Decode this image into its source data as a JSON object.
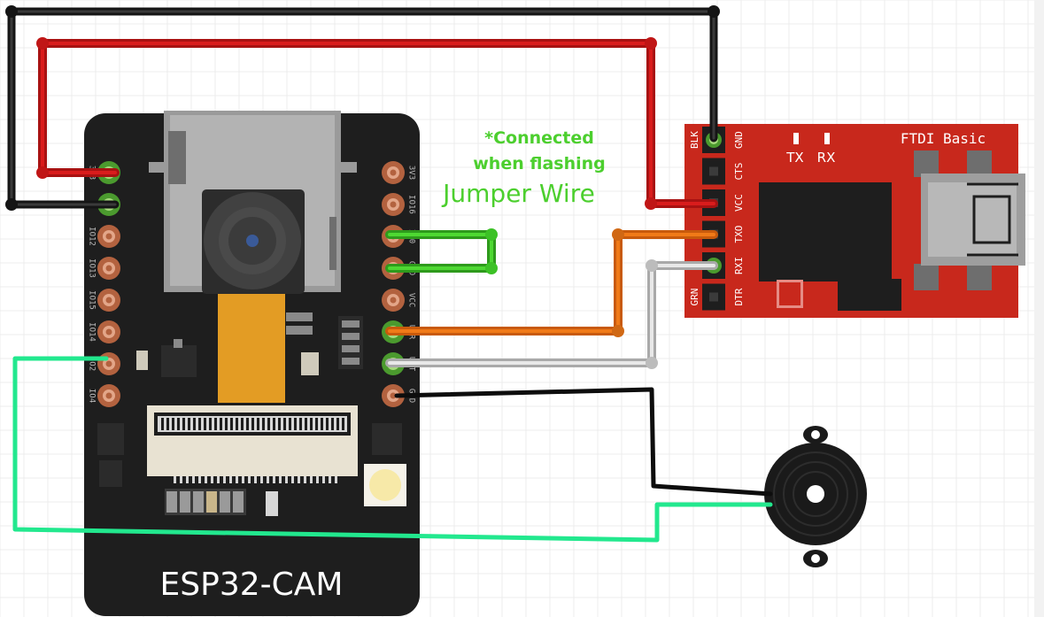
{
  "esp32": {
    "title": "ESP32-CAM",
    "left_pins": [
      "3V3",
      "G",
      "IO12",
      "IO13",
      "IO15",
      "IO14",
      "IO2",
      "IO4"
    ],
    "right_pins": [
      "3V3",
      "IO16",
      "IO0",
      "GND",
      "VCC",
      "U0R",
      "U0T",
      "GND"
    ]
  },
  "ftdi": {
    "title": "FTDI Basic",
    "tx_label": "TX",
    "rx_label": "RX",
    "pins_left": [
      "BLK",
      "",
      "",
      "",
      "",
      "GRN"
    ],
    "pins_right": [
      "GND",
      "CTS",
      "VCC",
      "TXO",
      "RXI",
      "DTR"
    ]
  },
  "annotations": {
    "note_line1": "*Connected",
    "note_line2": "when flashing",
    "jumper": "Jumper Wire"
  },
  "colors": {
    "board": "#1e1e1e",
    "ftdi_board": "#c8281c",
    "wire_black": "#151515",
    "wire_red": "#c01616",
    "wire_green": "#3cc126",
    "wire_orange": "#e06a12",
    "wire_white": "#c8c8c8",
    "wire_mint": "#22e88e",
    "label_green": "#4ccf2e"
  }
}
